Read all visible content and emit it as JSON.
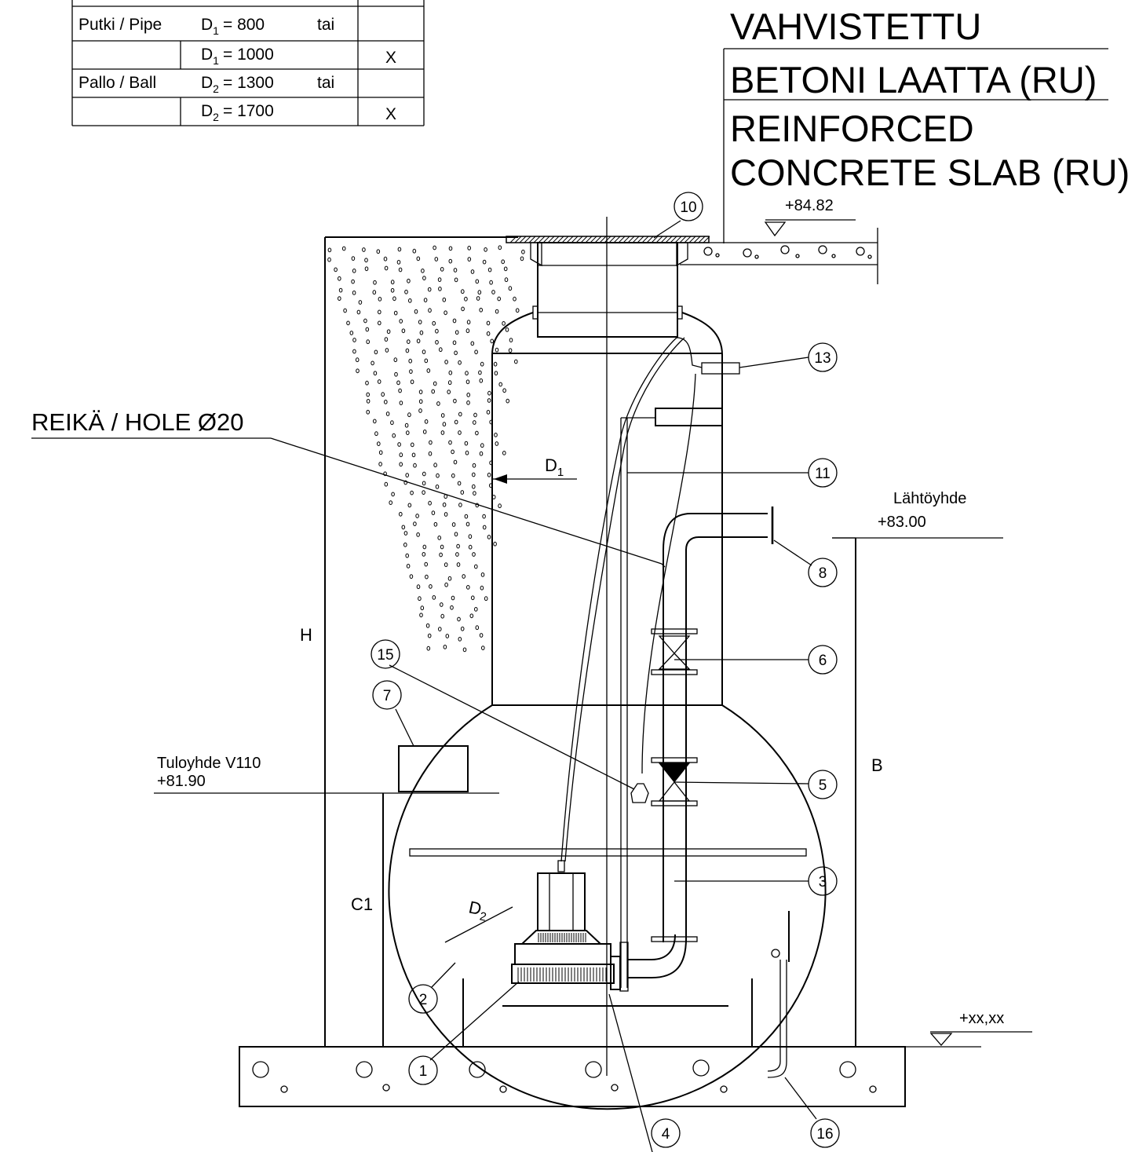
{
  "spec_table": {
    "rows": [
      {
        "label": "Putki / Pipe",
        "sym": "D",
        "sub": "1",
        "val": "= 800",
        "or": "tai",
        "mark": ""
      },
      {
        "label": "",
        "sym": "D",
        "sub": "1",
        "val": "= 1000",
        "or": "",
        "mark": "X"
      },
      {
        "label": "Pallo / Ball",
        "sym": "D",
        "sub": "2",
        "val": "= 1300",
        "or": "tai",
        "mark": ""
      },
      {
        "label": "",
        "sym": "D",
        "sub": "2",
        "val": "= 1700",
        "or": "",
        "mark": "X"
      }
    ]
  },
  "slab_label": {
    "line1": "VAHVISTETTU",
    "line2": "BETONI LAATTA (RU)",
    "line3": "REINFORCED",
    "line4": "CONCRETE SLAB (RU)"
  },
  "hole_label": "REIKÄ / HOLE Ø20",
  "levels": {
    "top": "+84.82",
    "outlet_name": "Lähtöyhde",
    "outlet_level": "+83.00",
    "inlet_name": "Tuloyhde V110",
    "inlet_level": "+81.90",
    "bottom": "+xx,xx"
  },
  "dimensions": {
    "d1": "D",
    "d1_sub": "1",
    "d2": "D",
    "d2_sub": "2",
    "h": "H",
    "b": "B",
    "c1": "C1"
  },
  "callouts": [
    "1",
    "2",
    "3",
    "4",
    "5",
    "6",
    "7",
    "8",
    "10",
    "11",
    "13",
    "15",
    "16"
  ]
}
